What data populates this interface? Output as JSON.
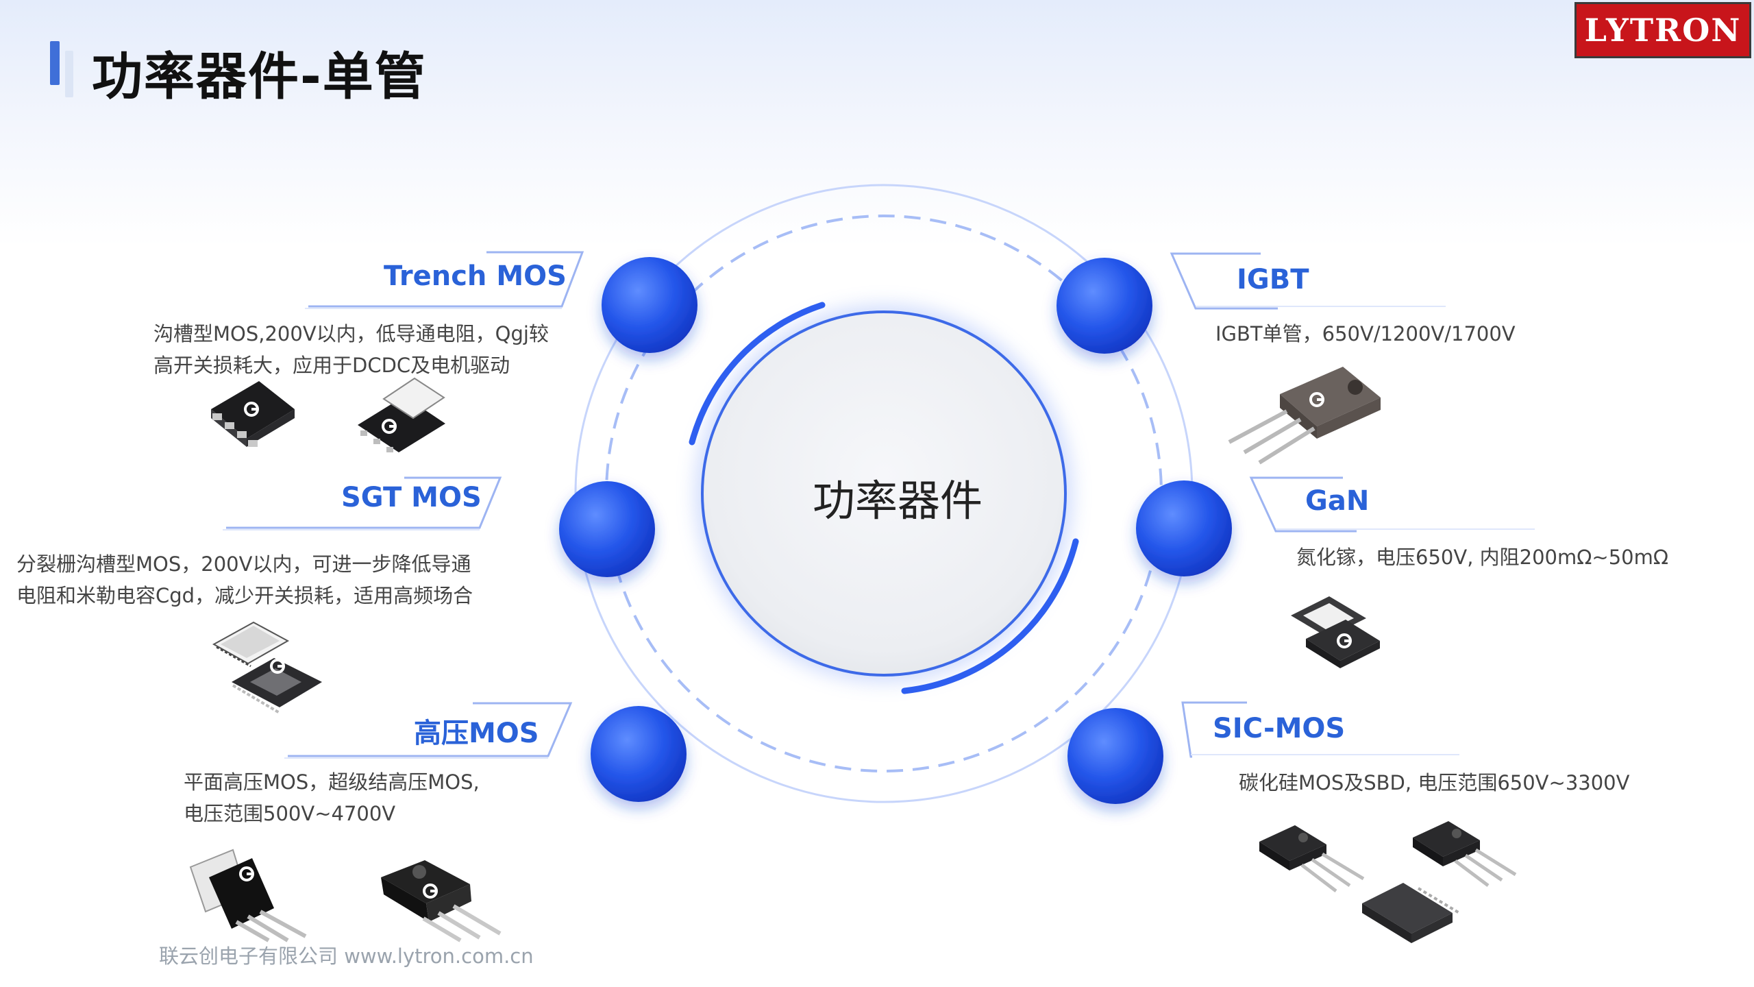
{
  "slide": {
    "title": "功率器件-单管",
    "logo_text": "LYTRON",
    "center_label": "功率器件",
    "footer": "联云创电子有限公司 www.lytron.com.cn"
  },
  "categories": {
    "trench": {
      "title": "Trench MOS",
      "lines": [
        "沟槽型MOS,200V以内，低导通电阻，Qgj较",
        "高开关损耗大，应用于DCDC及电机驱动"
      ]
    },
    "sgt": {
      "title": "SGT MOS",
      "lines": [
        "分裂栅沟槽型MOS，200V以内，可进一步降低导通",
        "电阻和米勒电容Cgd，减少开关损耗，适用高频场合"
      ]
    },
    "hv": {
      "title": "高压MOS",
      "lines": [
        "平面高压MOS，超级结高压MOS,",
        "电压范围500V~4700V"
      ]
    },
    "igbt": {
      "title": "IGBT",
      "lines": [
        "IGBT单管，650V/1200V/1700V"
      ]
    },
    "gan": {
      "title": "GaN",
      "lines": [
        "氮化镓，电压650V, 内阻200mΩ~50mΩ"
      ]
    },
    "sic": {
      "title": "SIC-MOS",
      "lines": [
        "碳化硅MOS及SBD, 电压范围650V~3300V"
      ]
    }
  },
  "colors": {
    "accent": "#2a62d8",
    "logo_bg": "#c8151b",
    "node_blue": "#1f52e6"
  }
}
